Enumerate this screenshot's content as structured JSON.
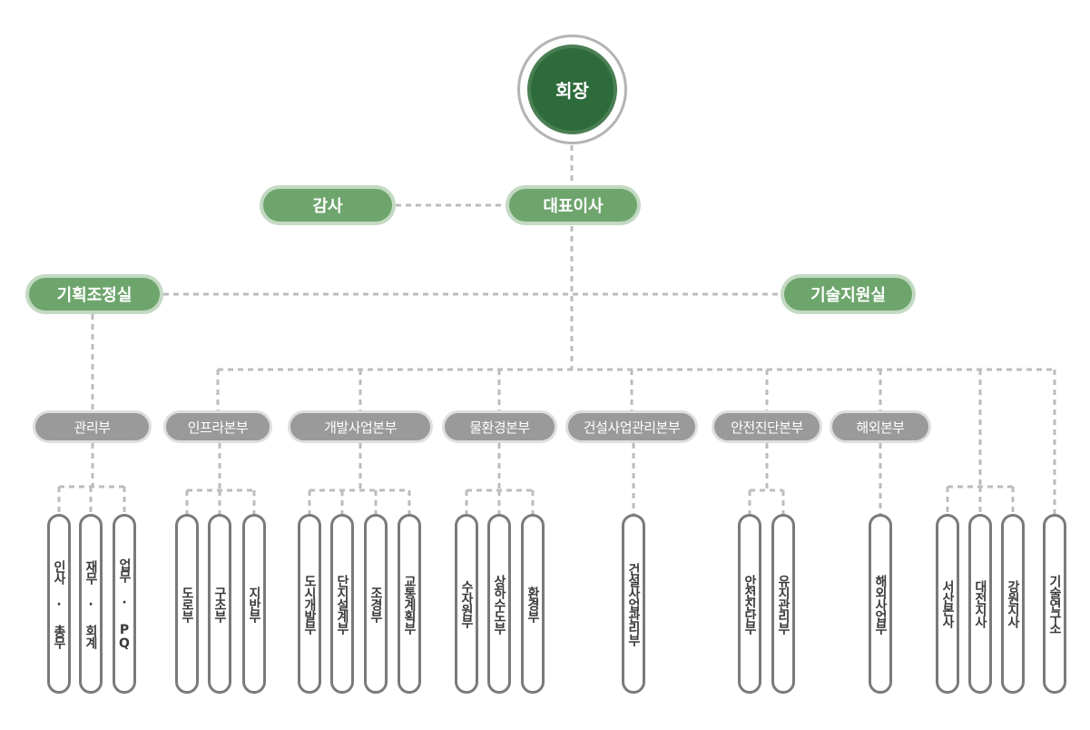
{
  "chairman": "회장",
  "ceo": "대표이사",
  "auditor": "감사",
  "planning": "기획조정실",
  "tech_support": "기술지원실",
  "departments": [
    {
      "name": "관리부",
      "units": [
        "인사 · 총무",
        "재무 · 회계",
        "업무 · PQ"
      ]
    },
    {
      "name": "인프라본부",
      "units": [
        "도로부",
        "구조부",
        "지반부"
      ]
    },
    {
      "name": "개발사업본부",
      "units": [
        "도시개발부",
        "단지설계부",
        "조경부",
        "교통계획부"
      ]
    },
    {
      "name": "물환경본부",
      "units": [
        "수자원부",
        "상하수도부",
        "환경부"
      ]
    },
    {
      "name": "건설사업관리본부",
      "units": [
        "건설사업관리부"
      ]
    },
    {
      "name": "안전진단본부",
      "units": [
        "안전진단부",
        "유지관리부"
      ]
    },
    {
      "name": "해외본부",
      "units": [
        "해외사업부"
      ]
    }
  ],
  "branches": [
    "서산본사",
    "대전지사",
    "강원지사"
  ],
  "research": "기술연구소",
  "colors": {
    "chairman_fill": "#2d6b3b",
    "green_pill": "#6ea56d",
    "green_halo": "#c3d9c3",
    "dept_pill": "#9a9a9a",
    "dept_halo": "#dedede",
    "connector": "#bcbcbc",
    "capsule_border": "#7a7a7a"
  }
}
